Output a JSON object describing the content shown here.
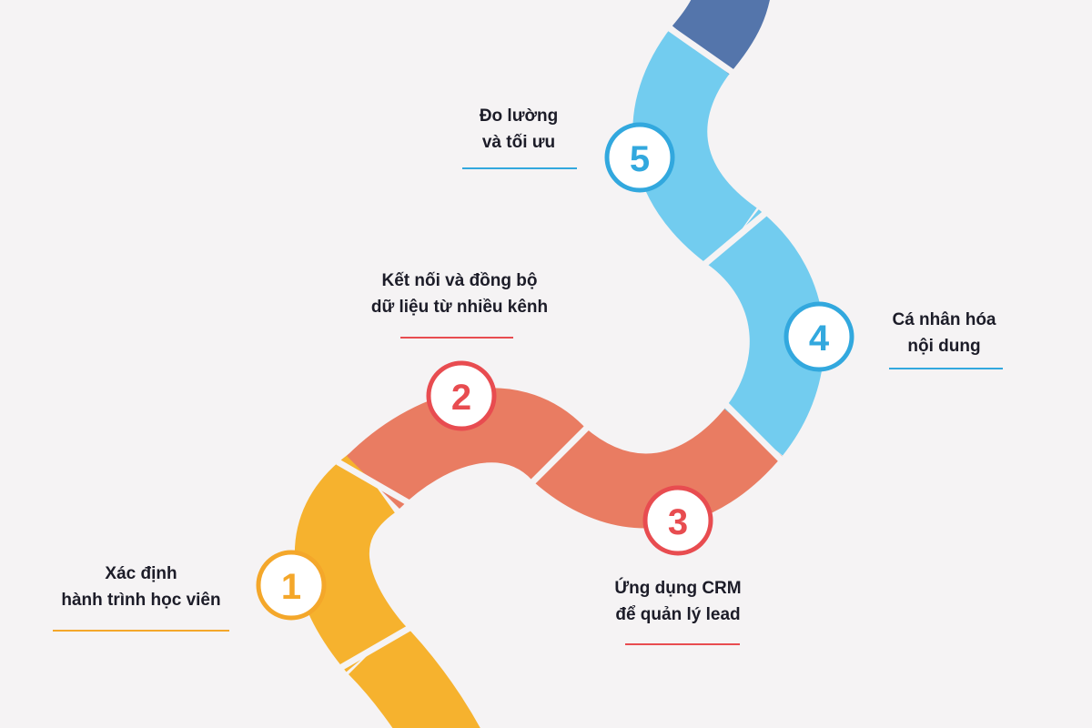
{
  "steps": [
    {
      "number": "1",
      "line1": "Xác định",
      "line2": "hành trình học viên",
      "color": "#f6b22e",
      "accent": "#f4a72a"
    },
    {
      "number": "2",
      "line1": "Kết nối và đồng bộ",
      "line2": "dữ liệu từ nhiều kênh",
      "color": "#e97c62",
      "accent": "#e84c50"
    },
    {
      "number": "3",
      "line1": "Ứng dụng CRM",
      "line2": "để quản lý lead",
      "color": "#e97c62",
      "accent": "#e84c50"
    },
    {
      "number": "4",
      "line1": "Cá nhân hóa",
      "line2": "nội dung",
      "color": "#72ccef",
      "accent": "#32a8de"
    },
    {
      "number": "5",
      "line1": "Đo lường",
      "line2": "và tối ưu",
      "color": "#72ccef",
      "accent": "#32a8de"
    }
  ],
  "colors": {
    "background": "#f5f3f4",
    "top_segment": "#5475ab"
  }
}
